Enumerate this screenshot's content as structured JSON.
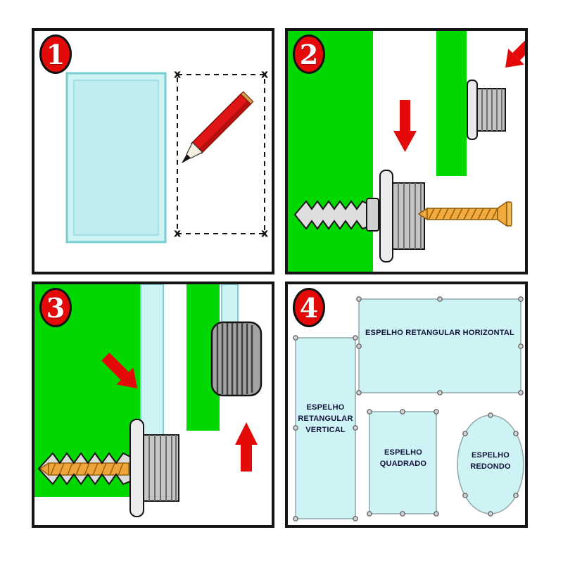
{
  "colors": {
    "wall_green": "#00d800",
    "mirror_cyan": "#cdf3f5",
    "accent_red": "#e40a0a",
    "screw_orange": "#f0a43c",
    "panel_border": "#141414"
  },
  "panels": [
    {
      "number": "1",
      "corner_mark": "x"
    },
    {
      "number": "2"
    },
    {
      "number": "3"
    },
    {
      "number": "4",
      "labels": {
        "horizontal": "ESPELHO RETANGULAR HORIZONTAL",
        "vertical": "ESPELHO RETANGULAR VERTICAL",
        "square": "ESPELHO QUADRADO",
        "round": "ESPELHO REDONDO"
      }
    }
  ]
}
